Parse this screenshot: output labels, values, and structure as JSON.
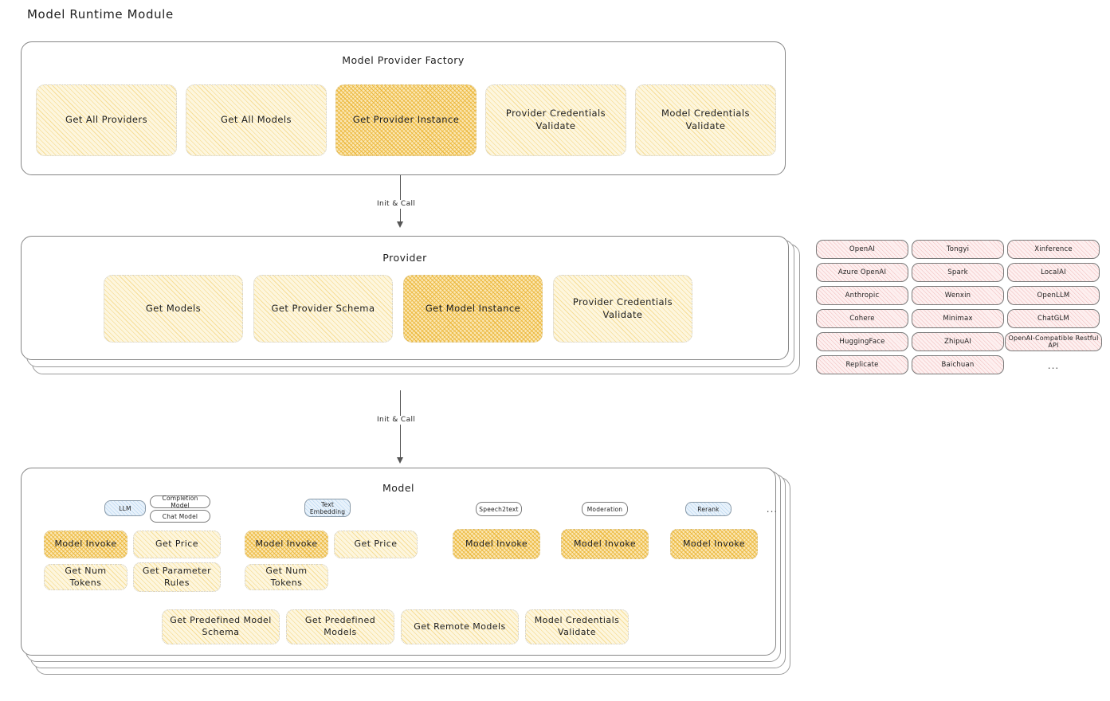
{
  "page": {
    "title": "Model Runtime Module"
  },
  "factory": {
    "title": "Model Provider Factory",
    "ops": [
      {
        "label": "Get All Providers",
        "highlight": false
      },
      {
        "label": "Get All Models",
        "highlight": false
      },
      {
        "label": "Get Provider Instance",
        "highlight": true
      },
      {
        "label": "Provider Credentials Validate",
        "highlight": false
      },
      {
        "label": "Model Credentials Validate",
        "highlight": false
      }
    ]
  },
  "arrows": [
    {
      "label": "Init & Call"
    },
    {
      "label": "Init & Call"
    }
  ],
  "provider": {
    "title": "Provider",
    "ops": [
      {
        "label": "Get Models",
        "highlight": false
      },
      {
        "label": "Get Provider Schema",
        "highlight": false
      },
      {
        "label": "Get Model Instance",
        "highlight": true
      },
      {
        "label": "Provider Credentials Validate",
        "highlight": false
      }
    ]
  },
  "provider_tags": {
    "columns": [
      [
        "OpenAI",
        "Azure OpenAI",
        "Anthropic",
        "Cohere",
        "HuggingFace",
        "Replicate"
      ],
      [
        "Tongyi",
        "Spark",
        "Wenxin",
        "Minimax",
        "ZhipuAI",
        "Baichuan"
      ],
      [
        "Xinference",
        "LocalAI",
        "OpenLLM",
        "ChatGLM",
        "OpenAI-Compatible Restful API"
      ]
    ],
    "more": "..."
  },
  "model": {
    "title": "Model",
    "more": "...",
    "types": [
      {
        "badge": "LLM",
        "badge_style": "blue",
        "sub_badges": [
          "Completion Model",
          "Chat Model"
        ],
        "ops": [
          {
            "label": "Model Invoke",
            "highlight": true
          },
          {
            "label": "Get Price",
            "highlight": false
          },
          {
            "label": "Get Num Tokens",
            "highlight": false
          },
          {
            "label": "Get Parameter Rules",
            "highlight": false
          }
        ]
      },
      {
        "badge": "Text Embedding",
        "badge_style": "blue",
        "sub_badges": [],
        "ops": [
          {
            "label": "Model Invoke",
            "highlight": true
          },
          {
            "label": "Get Price",
            "highlight": false
          },
          {
            "label": "Get Num Tokens",
            "highlight": false
          }
        ]
      },
      {
        "badge": "Speech2text",
        "badge_style": "plain",
        "sub_badges": [],
        "ops": [
          {
            "label": "Model Invoke",
            "highlight": true
          }
        ]
      },
      {
        "badge": "Moderation",
        "badge_style": "plain",
        "sub_badges": [],
        "ops": [
          {
            "label": "Model Invoke",
            "highlight": true
          }
        ]
      },
      {
        "badge": "Rerank",
        "badge_style": "blue",
        "sub_badges": [],
        "ops": [
          {
            "label": "Model Invoke",
            "highlight": true
          }
        ]
      }
    ],
    "shared_ops": [
      {
        "label": "Get Predefined Model Schema",
        "highlight": false
      },
      {
        "label": "Get Predefined Models",
        "highlight": false
      },
      {
        "label": "Get Remote Models",
        "highlight": false
      },
      {
        "label": "Model Credentials Validate",
        "highlight": false
      }
    ]
  },
  "colors": {
    "op_fill": "#fdf6de",
    "op_highlight_fill": "#fbe7b4",
    "tag_fill": "#fdf0f0",
    "badge_blue_fill": "#e8f2fb",
    "stroke": "#868686",
    "text": "#1e1e1e"
  }
}
